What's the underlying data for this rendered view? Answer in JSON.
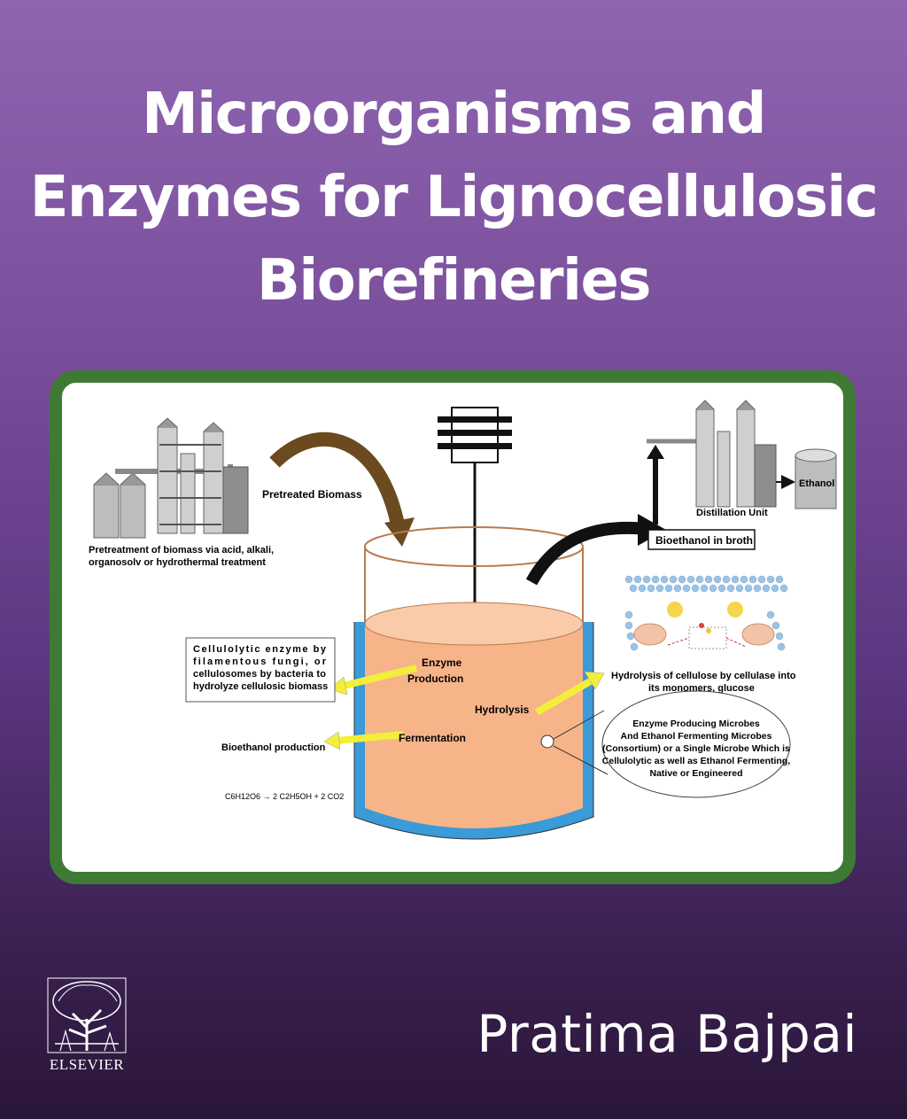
{
  "title_lines": [
    "Microorganisms and",
    "Enzymes for Lignocellulosic",
    "Biorefineries"
  ],
  "author": "Pratima Bajpai",
  "publisher": "ELSEVIER",
  "diagram": {
    "pretreated_biomass": "Pretreated Biomass",
    "pretreatment_caption": [
      "Pretreatment of biomass via acid, alkali,",
      "organosolv or hydrothermal treatment"
    ],
    "distillation_unit": "Distillation Unit",
    "ethanol": "Ethanol",
    "bioethanol_broth": "Bioethanol in broth",
    "enzyme_box": [
      "Cellulolytic enzyme by",
      "filamentous fungi, or",
      "cellulosomes by bacteria to",
      "hydrolyze cellulosic biomass"
    ],
    "enzyme_production": [
      "Enzyme",
      "Production"
    ],
    "hydrolysis": "Hydrolysis",
    "fermentation": "Fermentation",
    "bioethanol_production": "Bioethanol production",
    "equation": "C6H12O6 → 2 C2H5OH + 2 CO2",
    "hydrolysis_caption": [
      "Hydrolysis of cellulose by cellulase into",
      "its monomers, glucose"
    ],
    "microbes_ellipse": [
      "Enzyme Producing Microbes",
      "And Ethanol Fermenting Microbes",
      "(Consortium) or a Single Microbe Which is",
      "Cellulolytic as well as Ethanol Fermenting,",
      "Native or Engineered"
    ]
  },
  "colors": {
    "background_top": "#8f65b0",
    "background_bottom": "#2a1638",
    "panel_border": "#3f7a35",
    "broth": "#f7b489",
    "jacket": "#3b9ad8",
    "arrow_yellow": "#f2ee3a"
  }
}
